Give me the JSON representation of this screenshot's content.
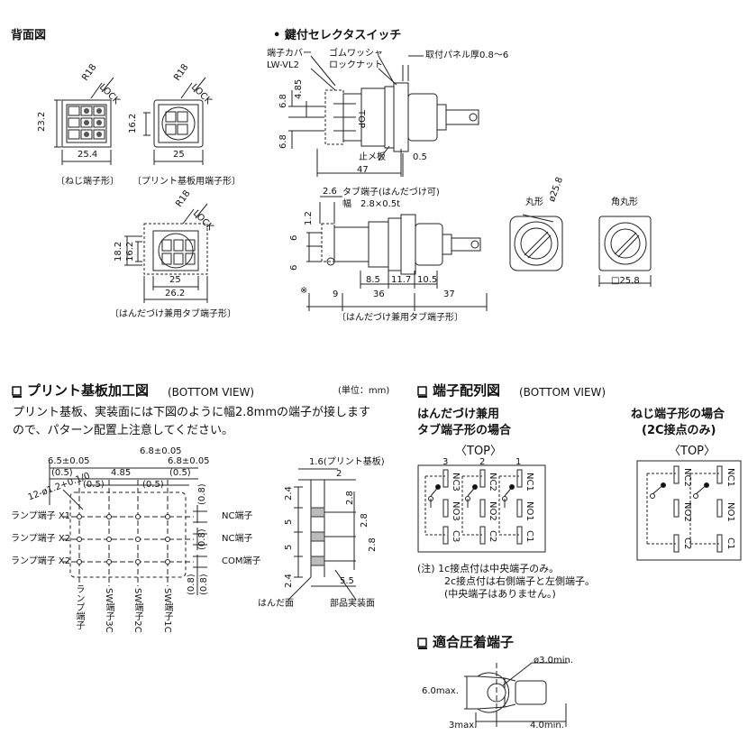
{
  "top_left": {
    "title": "背面図",
    "views": [
      {
        "caption": "〔ねじ端子形〕",
        "dims": [
          "R18",
          "LOCK",
          "23.2",
          "25.4"
        ]
      },
      {
        "caption": "〔プリント基板用端子形〕",
        "dims": [
          "R18",
          "LOCK",
          "16.2",
          "25"
        ]
      },
      {
        "caption": "〔はんだづけ兼用タブ端子形〕",
        "dims": [
          "R18",
          "LOCK",
          "18.2",
          "16.2",
          "25",
          "26.2"
        ]
      }
    ]
  },
  "top_right": {
    "title": "• 鍵付セレクタスイッチ",
    "side_view": {
      "labels": [
        "端子カバー",
        "LW-VL2",
        "ゴムワッシャ",
        "ロックナット",
        "取付パネル厚0.8～6",
        "止メ板",
        "TOP"
      ],
      "dims": [
        "6.8",
        "4.85",
        "6.8",
        "47",
        "0.5"
      ]
    },
    "tab_view": {
      "labels": [
        "タブ端子(はんだづけ可)",
        "幅",
        "2.8×0.5t",
        "※"
      ],
      "dims": [
        "2.6",
        "1.2",
        "6",
        "6",
        "8.5",
        "11.7",
        "10.5",
        "9",
        "36",
        "37"
      ],
      "caption": "〔はんだづけ兼用タブ端子形〕"
    },
    "round": {
      "label": "丸形",
      "dim": "ø25.8"
    },
    "square": {
      "label": "角丸形",
      "dim": "□25.8"
    }
  },
  "pcb_section": {
    "title": "プリント基板加工図",
    "subtitle": "(BOTTOM VIEW)",
    "unit": "(単位：mm)",
    "desc_lines": [
      "プリント基板、実装面には下図のように幅2.8mmの端子が接します",
      "ので、パターン配置上注意してください。"
    ],
    "dims_top": [
      "6.5±0.05",
      "6.8±0.05",
      "6.8±0.05",
      "(0.5)",
      "4.85",
      "(0.5)",
      "(0.5)",
      "(0.5)"
    ],
    "hole": "12-ø1.2+0.1/0",
    "rows": [
      "ランプ端子 X1",
      "ランプ端子 X2",
      "ランプ端子 X2"
    ],
    "right_labels": [
      "NC端子",
      "NC端子",
      "COM端子"
    ],
    "side_dims": [
      "(0.8)",
      "(0.8)",
      "(0.8)",
      "(0.8)"
    ],
    "col_labels": [
      "ランプ端子",
      "SW端子3C",
      "SW端子2C",
      "SW端子1C"
    ],
    "section_view": {
      "labels": [
        "1.6(プリント基板)",
        "はんだ面",
        "部品実装面"
      ],
      "dims": [
        "2",
        "2.4",
        "2.8",
        "5",
        "2.8",
        "5",
        "2.8",
        "2.4",
        "5.5"
      ]
    }
  },
  "terminal_section": {
    "title": "端子配列図",
    "subtitle": "(BOTTOM VIEW)",
    "left_heading": [
      "はんだづけ兼用",
      "タブ端子形の場合"
    ],
    "right_heading": [
      "ねじ端子形の場合",
      "(2C接点のみ)"
    ],
    "top_label": "〈TOP〉",
    "left_cols": [
      "3",
      "2",
      "1"
    ],
    "left_terms": [
      "NC3",
      "NO3",
      "C3",
      "NC2",
      "NO2",
      "C2",
      "NC1",
      "NO1",
      "C1"
    ],
    "right_terms": [
      "NC2",
      "NO2",
      "C2",
      "NC1",
      "NO1",
      "C1"
    ],
    "notes": [
      "(注) 1c接点付は中央端子のみ。",
      "2c接点付は右側端子と左側端子。",
      "(中央端子はありません。)"
    ]
  },
  "crimp_section": {
    "title": "適合圧着端子",
    "dims": [
      "ø3.0min.",
      "6.0max.",
      "3max.",
      "4.0min."
    ]
  }
}
